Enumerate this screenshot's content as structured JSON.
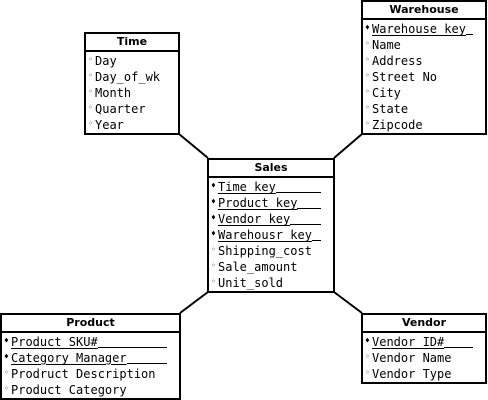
{
  "entities": {
    "time": {
      "title": "Time",
      "attributes": [
        {
          "name": "Day",
          "key": false
        },
        {
          "name": "Day_of_wk",
          "key": false
        },
        {
          "name": "Month",
          "key": false
        },
        {
          "name": "Quarter",
          "key": false
        },
        {
          "name": "Year",
          "key": false
        }
      ]
    },
    "warehouse": {
      "title": "Warehouse",
      "attributes": [
        {
          "name": "Warehouse_key",
          "key": true
        },
        {
          "name": "Name",
          "key": false
        },
        {
          "name": "Address",
          "key": false
        },
        {
          "name": "Street No",
          "key": false
        },
        {
          "name": "City",
          "key": false
        },
        {
          "name": "State",
          "key": false
        },
        {
          "name": "Zipcode",
          "key": false
        }
      ]
    },
    "sales": {
      "title": "Sales",
      "attributes": [
        {
          "name": "Time_key",
          "key": true
        },
        {
          "name": "Product_key",
          "key": true
        },
        {
          "name": "Vendor_key",
          "key": true
        },
        {
          "name": "Warehousr_key",
          "key": true
        },
        {
          "name": "Shipping_cost",
          "key": false
        },
        {
          "name": "Sale_amount",
          "key": false
        },
        {
          "name": "Unit_sold",
          "key": false
        }
      ]
    },
    "product": {
      "title": "Product",
      "attributes": [
        {
          "name": "Product SKU#",
          "key": true
        },
        {
          "name": "Category Manager",
          "key": true
        },
        {
          "name": "Prodruct Description",
          "key": false
        },
        {
          "name": "Product Category",
          "key": false
        }
      ]
    },
    "vendor": {
      "title": "Vendor",
      "attributes": [
        {
          "name": "Vendor ID#",
          "key": true
        },
        {
          "name": "Vendor Name",
          "key": false
        },
        {
          "name": "Vendor Type",
          "key": false
        }
      ]
    }
  },
  "glyphs": {
    "key_marker": "♦",
    "attr_marker": "◦"
  },
  "colors": {
    "line": "#000000",
    "background": "#ffffff"
  }
}
